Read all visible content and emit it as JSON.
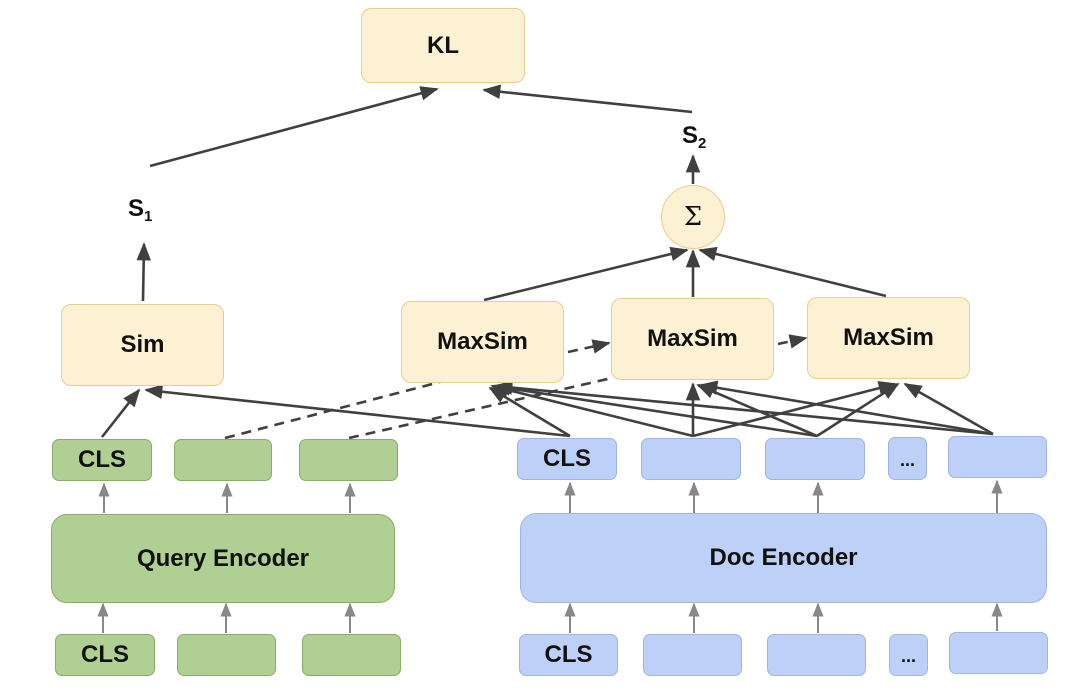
{
  "diagram": {
    "colors": {
      "score_node": "#fcf2d3",
      "query_side": "#b0d093",
      "doc_side": "#bcd0f8",
      "edge": "#404040",
      "input_edge": "#888888"
    },
    "loss_node": {
      "label": "KL"
    },
    "scores": {
      "s1": {
        "base": "S",
        "sub": "1"
      },
      "s2": {
        "base": "S",
        "sub": "2"
      }
    },
    "sum_node": {
      "label": "Σ"
    },
    "sim_node": {
      "label": "Sim"
    },
    "maxsim_nodes": [
      {
        "label": "MaxSim"
      },
      {
        "label": "MaxSim"
      },
      {
        "label": "MaxSim"
      }
    ],
    "query_output_tokens": [
      {
        "label": "CLS"
      },
      {
        "label": ""
      },
      {
        "label": ""
      }
    ],
    "doc_output_tokens": [
      {
        "label": "CLS"
      },
      {
        "label": ""
      },
      {
        "label": ""
      },
      {
        "label": "..."
      },
      {
        "label": ""
      }
    ],
    "query_encoder": {
      "label": "Query Encoder"
    },
    "doc_encoder": {
      "label": "Doc Encoder"
    },
    "query_input_tokens": [
      {
        "label": "CLS"
      },
      {
        "label": ""
      },
      {
        "label": ""
      }
    ],
    "doc_input_tokens": [
      {
        "label": "CLS"
      },
      {
        "label": ""
      },
      {
        "label": ""
      },
      {
        "label": "..."
      },
      {
        "label": ""
      }
    ]
  }
}
